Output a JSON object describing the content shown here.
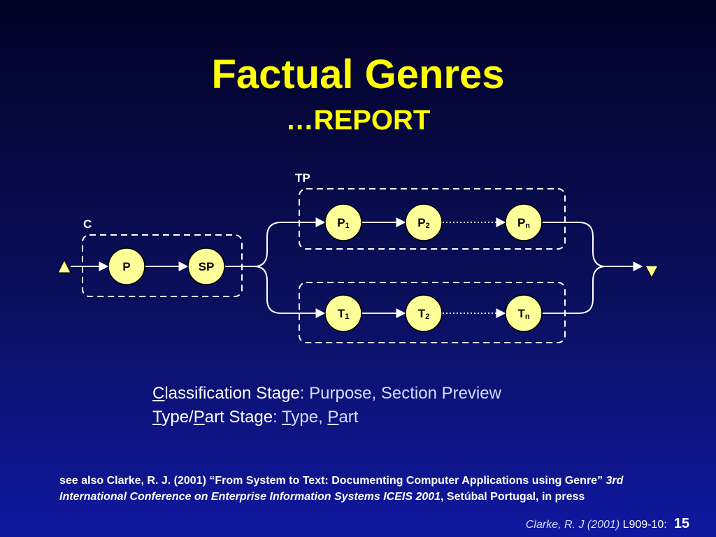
{
  "slide": {
    "title": "Factual Genres",
    "subtitle": "…REPORT"
  },
  "diagram": {
    "groups": {
      "c_label": "C",
      "tp_label": "TP"
    },
    "nodes": {
      "p": "P",
      "sp": "SP",
      "p1": "P",
      "p1_sub": "1",
      "p2": "P",
      "p2_sub": "2",
      "pn": "P",
      "pn_sub": "n",
      "t1": "T",
      "t1_sub": "1",
      "t2": "T",
      "t2_sub": "2",
      "tn": "T",
      "tn_sub": "n"
    }
  },
  "legend": {
    "line1": {
      "initial": "C",
      "rest": "lassification Stage",
      "colon": ":",
      "value": " Purpose, Section Preview"
    },
    "line2": {
      "initial1": "T",
      "rest1": "ype/",
      "initial2": "P",
      "rest2": "art Stage",
      "colon": ":",
      "v_space": " ",
      "v_initial1": "T",
      "v_rest1": "ype, ",
      "v_initial2": "P",
      "v_rest2": "art"
    }
  },
  "reference": {
    "part1": "see also Clarke, R. J. (2001) “From System to Text: Documenting Computer Applications using Genre” ",
    "italic": "3rd International Conference on Enterprise Information Systems ICEIS 2001",
    "part2": ", Setúbal Portugal, in press"
  },
  "footer": {
    "citation": "Clarke, R. J (2001)",
    "code": " L909-10:",
    "page_number": "15"
  },
  "colors": {
    "title": "#ffff00",
    "node_fill": "#ffff99",
    "background_top": "#020226",
    "background_bottom": "#1018a0"
  }
}
